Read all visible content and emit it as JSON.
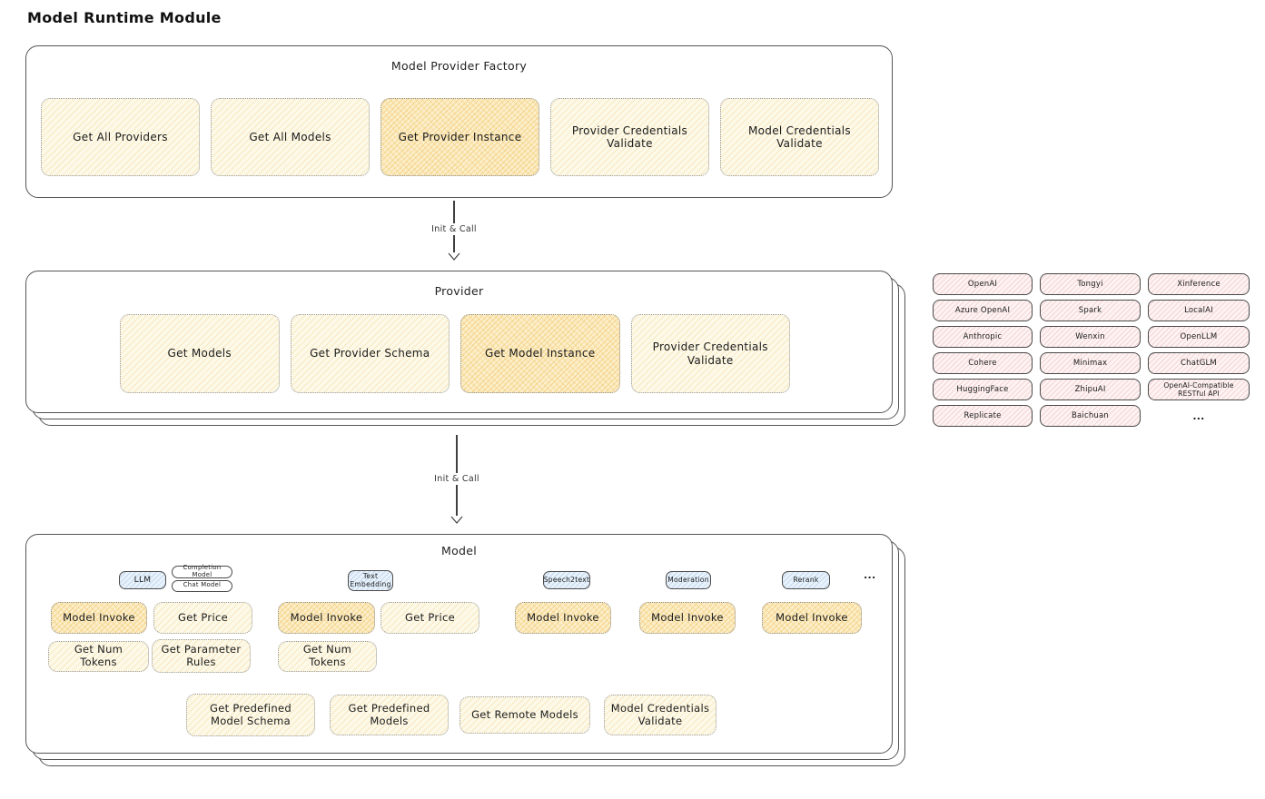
{
  "page_title": "Model Runtime Module",
  "colors": {
    "button_yellow": "#fdf9e8",
    "button_orange_highlight": "#fbeec9",
    "provider_chip_pink": "#fdf3f3",
    "type_badge_blue": "#e9f2fb",
    "outline": "#555555"
  },
  "factory": {
    "title": "Model Provider Factory",
    "buttons": [
      "Get All Providers",
      "Get All Models",
      "Get Provider Instance",
      "Provider Credentials Validate",
      "Model Credentials Validate"
    ],
    "highlighted_button": "Get Provider Instance"
  },
  "arrows": {
    "init_call_1": "Init & Call",
    "init_call_2": "Init & Call"
  },
  "provider": {
    "title": "Provider",
    "buttons": [
      "Get Models",
      "Get Provider Schema",
      "Get Model Instance",
      "Provider Credentials Validate"
    ],
    "highlighted_button": "Get Model Instance"
  },
  "providers_panel": {
    "rows": [
      [
        "OpenAI",
        "Tongyi",
        "Xinference"
      ],
      [
        "Azure OpenAI",
        "Spark",
        "LocalAI"
      ],
      [
        "Anthropic",
        "Wenxin",
        "OpenLLM"
      ],
      [
        "Cohere",
        "Minimax",
        "ChatGLM"
      ],
      [
        "HuggingFace",
        "ZhipuAI",
        "OpenAI-Compatible RESTful API"
      ],
      [
        "Replicate",
        "Baichuan",
        "..."
      ]
    ]
  },
  "model": {
    "title": "Model",
    "ellipsis": "...",
    "badges": {
      "llm": "LLM",
      "completion_model": "Completion Model",
      "chat_model": "Chat Model",
      "text_embedding": "Text Embedding",
      "speech2text": "Speech2text",
      "moderation": "Moderation",
      "rerank": "Rerank"
    },
    "actions": {
      "model_invoke": "Model Invoke",
      "get_price": "Get Price",
      "get_num_tokens": "Get Num Tokens",
      "get_parameter_rules": "Get Parameter Rules",
      "get_predefined_model_schema": "Get Predefined Model Schema",
      "get_predefined_models": "Get Predefined Models",
      "get_remote_models": "Get Remote Models",
      "model_credentials_validate": "Model Credentials Validate"
    }
  }
}
